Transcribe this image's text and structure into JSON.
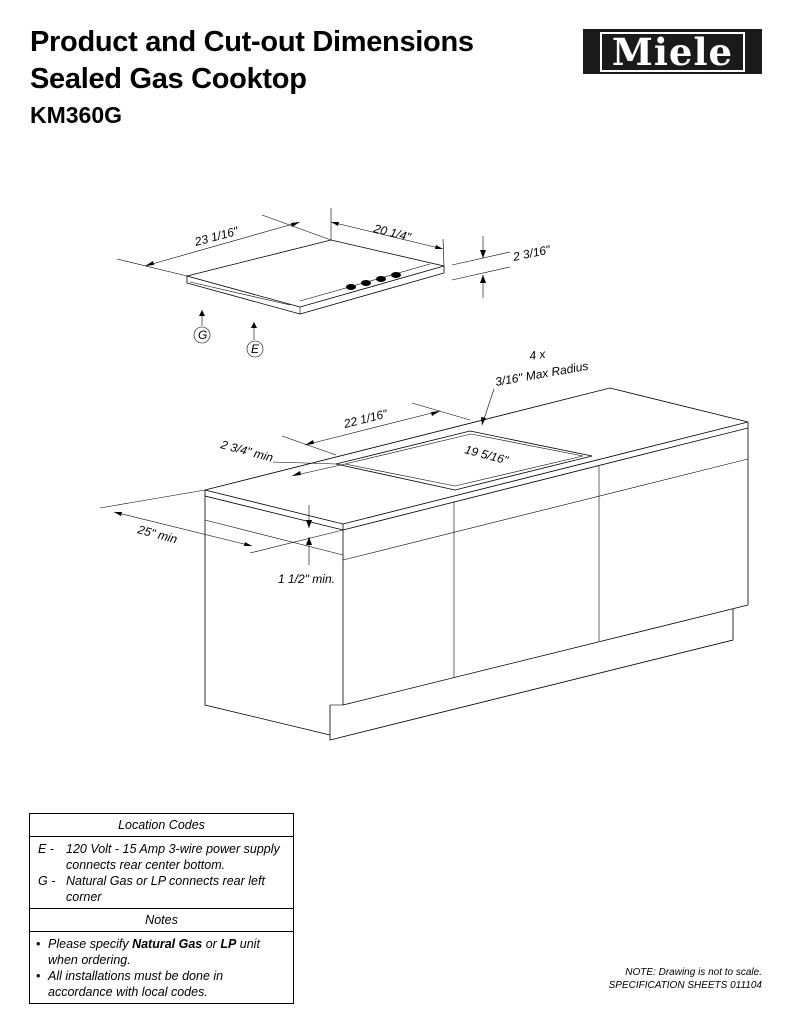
{
  "header": {
    "title_line1": "Product and Cut-out Dimensions",
    "title_line2": "Sealed Gas Cooktop",
    "model": "KM360G",
    "logo_text": "Miele"
  },
  "drawing": {
    "dim_width": "23 1/16\"",
    "dim_depth": "20 1/4\"",
    "dim_height": "2 3/16\"",
    "label_g": "G",
    "label_e": "E",
    "corner_count": "4 x",
    "corner_radius": "3/16\" Max Radius",
    "cutout_width": "22  1/16\"",
    "cutout_depth": "19 5/16\"",
    "front_clearance": "2 3/4\" min",
    "counter_depth": "25\" min",
    "drawer_clearance": "1 1/2\" min."
  },
  "legend": {
    "location_header": "Location Codes",
    "codes": [
      {
        "code": "E -",
        "text": "120 Volt - 15 Amp 3-wire power supply connects rear center bottom."
      },
      {
        "code": "G -",
        "text": "Natural Gas or LP connects rear left corner"
      }
    ],
    "notes_header": "Notes",
    "note1_pre": "Please specify ",
    "note1_bold1": "Natural Gas",
    "note1_mid": " or ",
    "note1_bold2": "LP",
    "note1_post": " unit when ordering.",
    "note2": "All installations must be done in accordance with local codes."
  },
  "footer": {
    "line1": "NOTE: Drawing is not to scale.",
    "line2": "SPECIFICATION SHEETS  011104"
  }
}
